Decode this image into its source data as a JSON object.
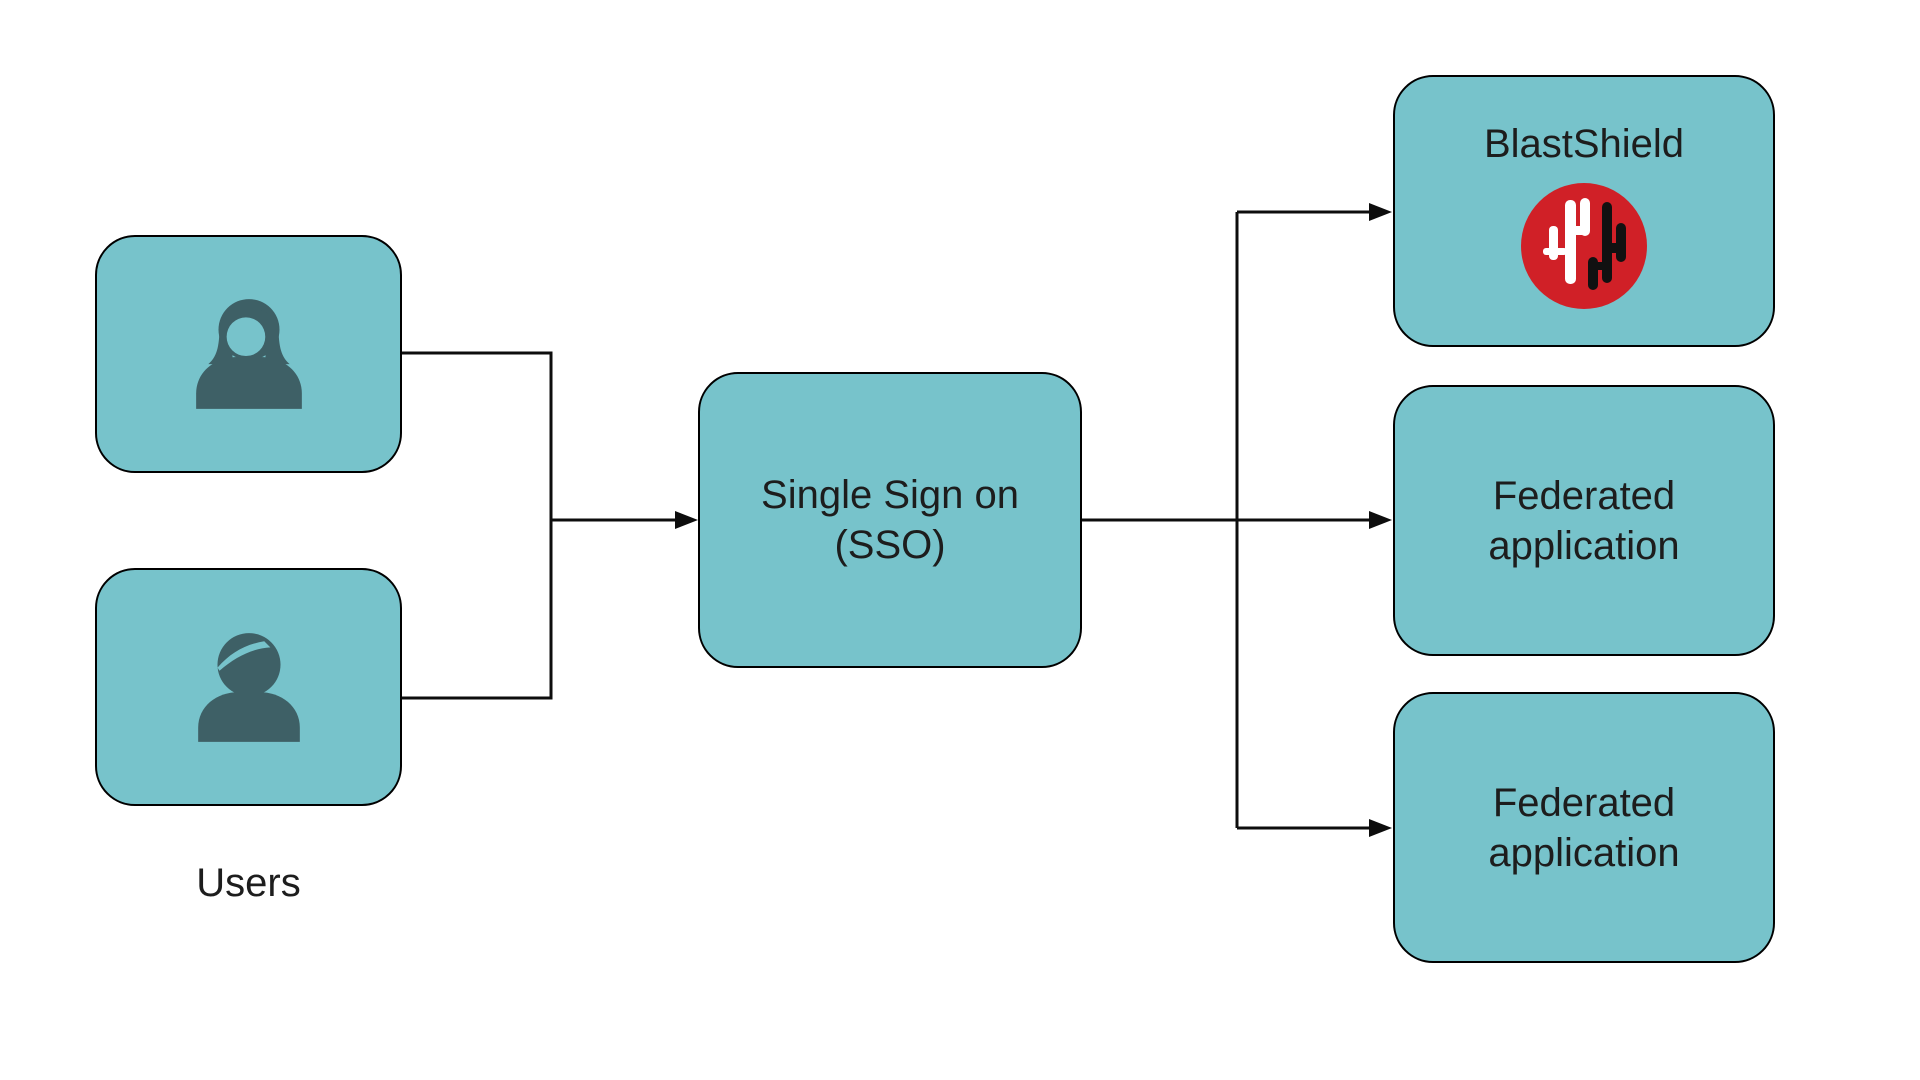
{
  "colors": {
    "background": "#ffffff",
    "node_fill": "#77c3cb",
    "node_border": "#000000",
    "text": "#1d1d1d",
    "connector": "#0d0d0d",
    "user_icon": "#3e6066",
    "logo_red": "#d02027",
    "logo_white": "#ffffff",
    "logo_black": "#111111"
  },
  "nodes": {
    "users_label": "Users",
    "sso_label": "Single Sign on\n(SSO)",
    "blastshield_label": "BlastShield",
    "federated_top_label": "Federated\napplication",
    "federated_bottom_label": "Federated\napplication"
  },
  "icons": {
    "user_top": "female-user-icon",
    "user_bottom": "male-user-icon",
    "blastshield": "blastshield-logo-icon"
  }
}
